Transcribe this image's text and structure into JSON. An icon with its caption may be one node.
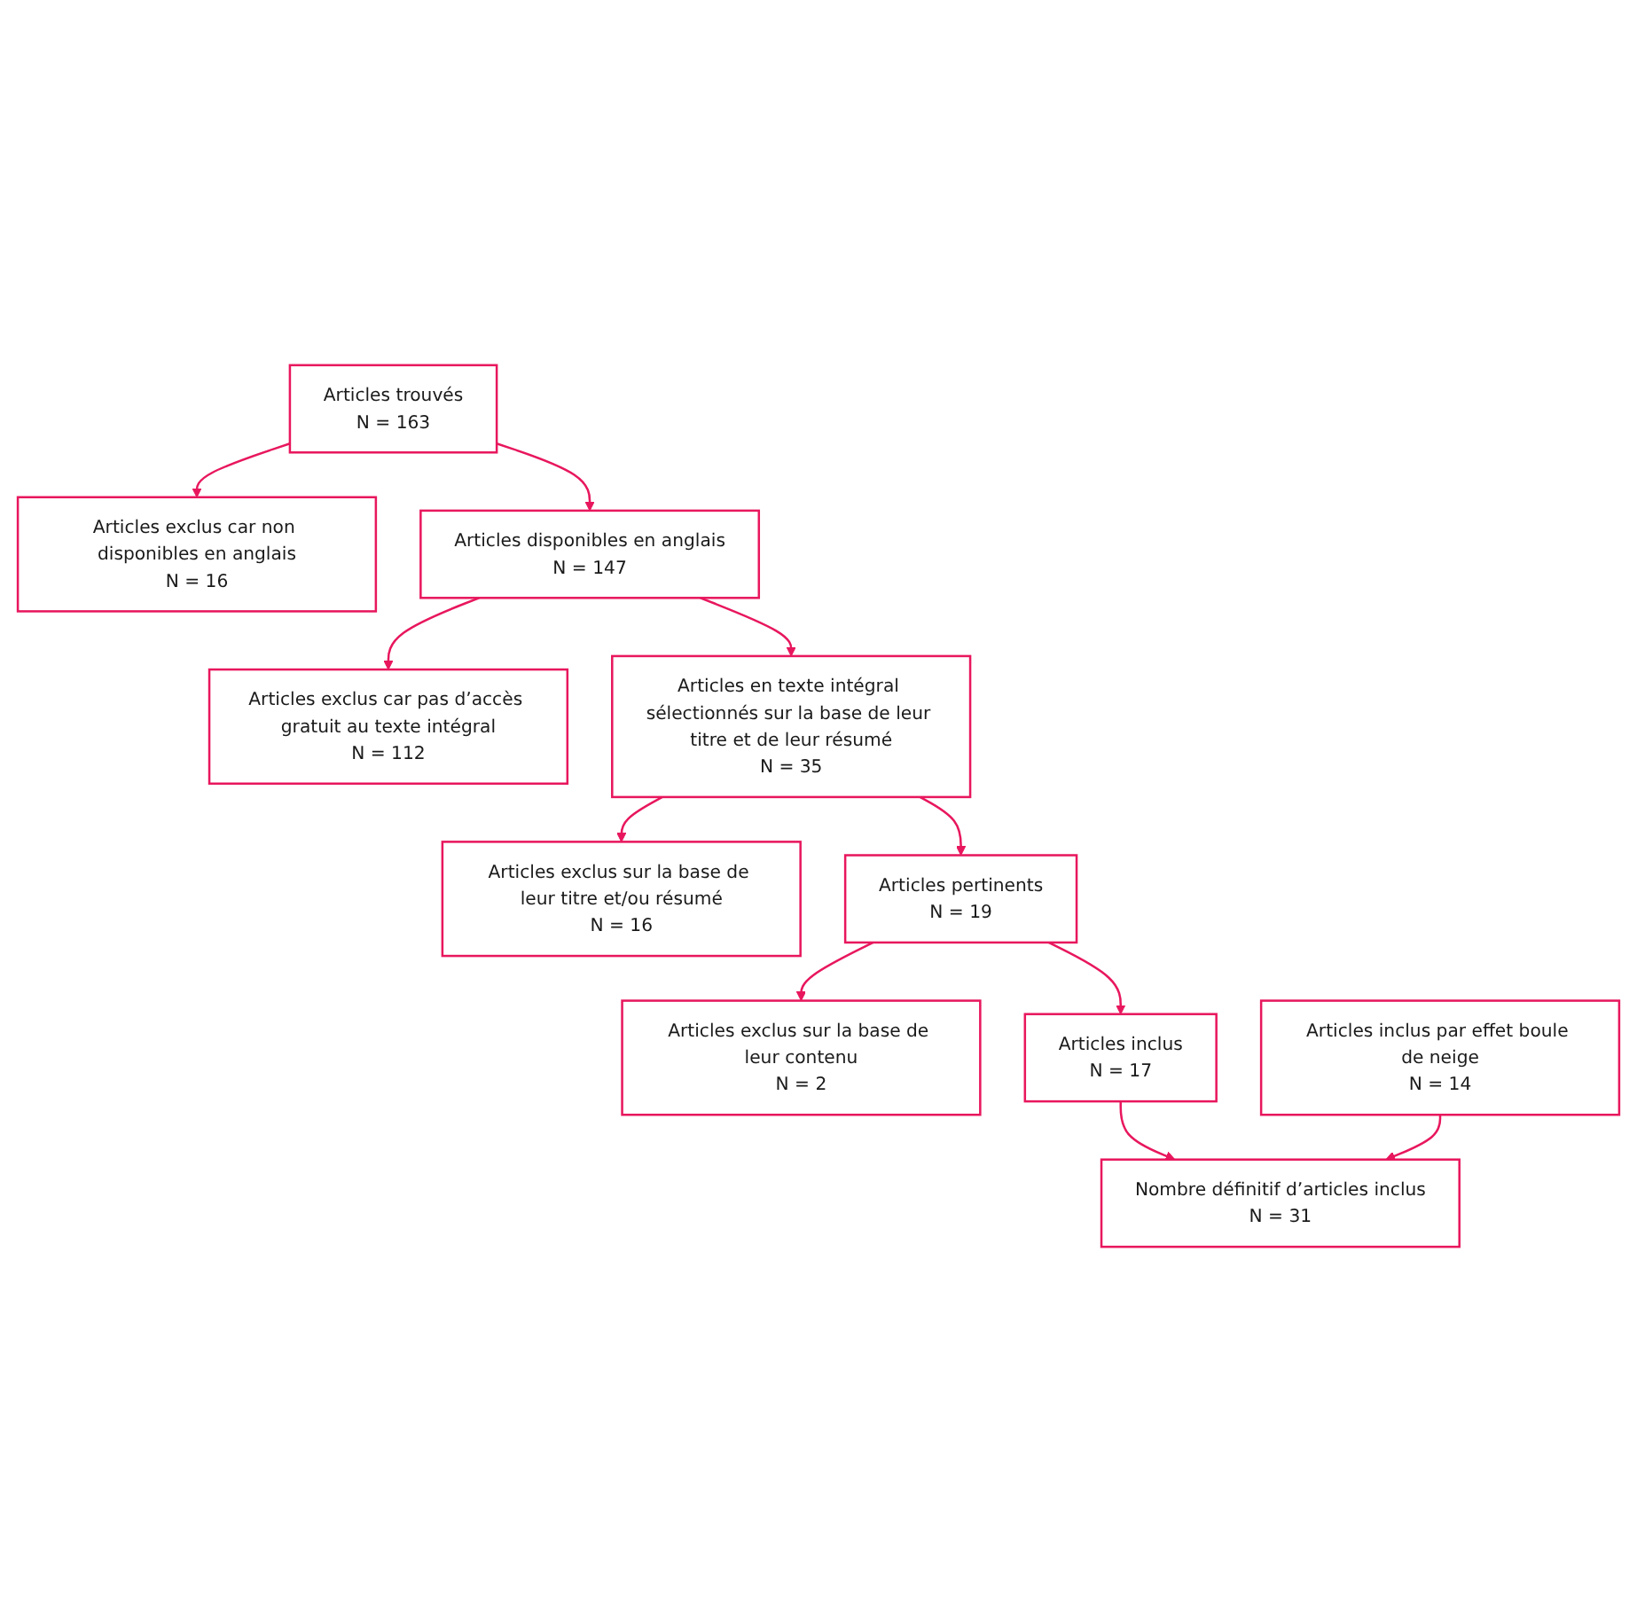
{
  "diagram": {
    "nodes": [
      {
        "text": [
          "Articles trouvés",
          "N = 163"
        ]
      },
      {
        "text": [
          "Articles exclus car non disponibles en anglais",
          "N = 16"
        ]
      },
      {
        "text": [
          "Articles disponibles en anglais",
          "N = 147"
        ]
      },
      {
        "text": [
          "Articles exclus car pas d’accès gratuit au texte intégral",
          "N = 112"
        ]
      },
      {
        "text": [
          "Articles en texte intégral sélectionnés sur la base de leur titre et de leur résumé",
          "N = 35"
        ]
      },
      {
        "text": [
          "Articles exclus sur la base de leur titre et/ou résumé",
          "N = 16"
        ]
      },
      {
        "text": [
          "Articles pertinents",
          "N = 19"
        ]
      },
      {
        "text": [
          "Articles exclus sur la base de leur contenu",
          "N = 2"
        ]
      },
      {
        "text": [
          "Articles inclus",
          "N = 17"
        ]
      },
      {
        "text": [
          "Articles inclus par effet boule de neige",
          "N = 14"
        ]
      },
      {
        "text": [
          "Nombre définitif d’articles inclus",
          "N = 31"
        ]
      }
    ],
    "edges": [
      {
        "from": 0,
        "to": 1,
        "arrow": "to"
      },
      {
        "from": 0,
        "to": 2,
        "arrow": "to"
      },
      {
        "from": 2,
        "to": 3,
        "arrow": "to"
      },
      {
        "from": 2,
        "to": 4,
        "arrow": "to"
      },
      {
        "from": 4,
        "to": 5,
        "arrow": "to"
      },
      {
        "from": 4,
        "to": 6,
        "arrow": "to"
      },
      {
        "from": 6,
        "to": 7,
        "arrow": "to"
      },
      {
        "from": 6,
        "to": 8,
        "arrow": "to"
      },
      {
        "from": 8,
        "to": 10,
        "arrow": "to"
      },
      {
        "from": 9,
        "to": 10,
        "arrow": "to"
      }
    ]
  }
}
